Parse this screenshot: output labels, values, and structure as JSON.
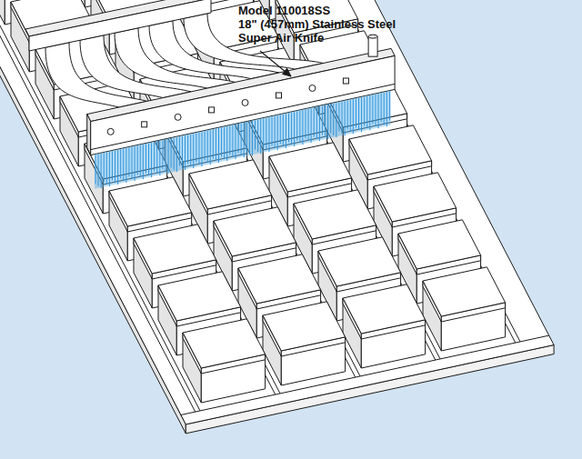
{
  "diagram": {
    "labels": [
      "Model 110018SS",
      "18\" (457mm) Stainless Steel",
      "Super Air Knife"
    ]
  }
}
